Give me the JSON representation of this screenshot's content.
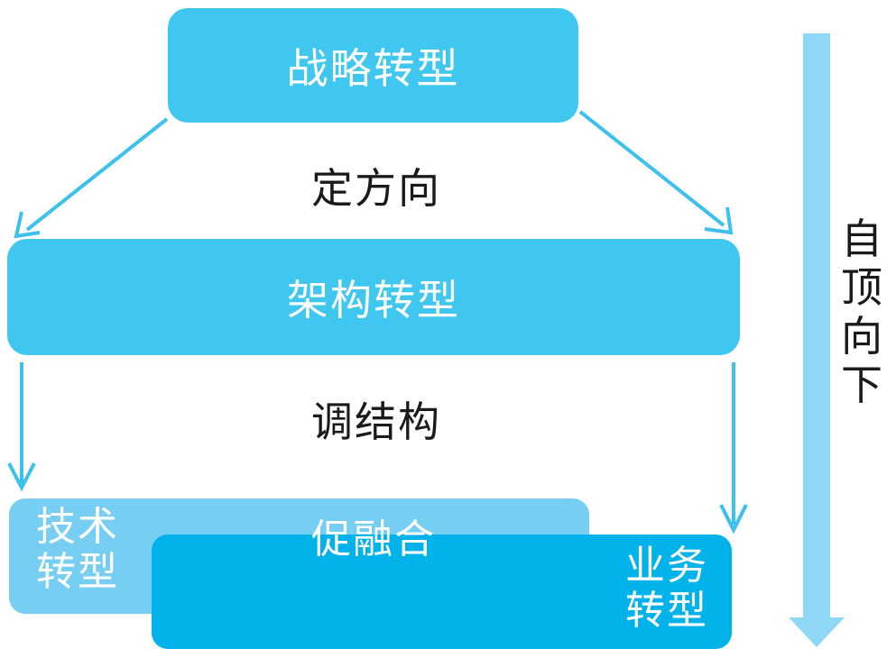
{
  "boxes": {
    "strategy": "战略转型",
    "architecture": "架构转型",
    "tech_line1": "技术",
    "tech_line2": "转型",
    "business_line1": "业务",
    "business_line2": "转型",
    "fuse": "促融合"
  },
  "labels": {
    "direction": "定方向",
    "structure": "调结构",
    "topdown": [
      "自",
      "顶",
      "向",
      "下"
    ]
  },
  "colors": {
    "box_blue": "#40c7f0",
    "tech_blue": "#76cff2",
    "business_blue": "#00b2ea",
    "arrow_blue": "#3cc0ee",
    "side_arrow_blue": "#8fd8f5"
  }
}
